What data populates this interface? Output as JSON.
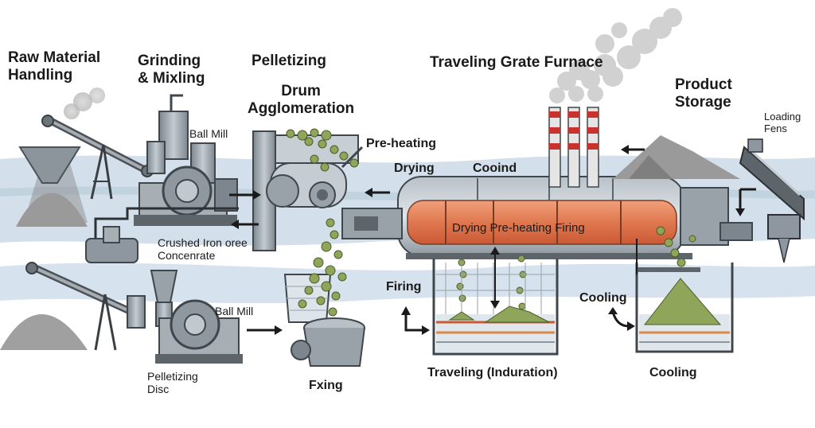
{
  "stages": {
    "raw_material": "Raw Material\nHandling",
    "grinding": "Grinding\n& Mixling",
    "pelletizing": "Pelletizing",
    "drum": "Drum\nAgglomeration",
    "furnace": "Traveling Grate Furnace",
    "storage": "Product\nStorage",
    "loading": "Loading\nFens"
  },
  "labels": {
    "ball_mill_top": "Ball Mill",
    "ball_mill_bottom": "Ball Mill",
    "crushed": "Crushed Iron oree\nConcenrate",
    "pelletizing_disc": "Pelletizing\nDisc",
    "fxing": "Fxing",
    "pre_heating": "Pre-heating",
    "drying": "Drying",
    "cooind": "Cooind",
    "kiln_zones": "Drying Pre-heating  Firing",
    "firing": "Firing",
    "cooling_side": "Cooling",
    "traveling_induration": "Traveling (Induration)",
    "cooling_bottom": "Cooling"
  },
  "colors": {
    "band": "#c9d8e6",
    "band_dark": "#9fb6cb",
    "steel": "#8e979f",
    "kiln_hot": "#e0784f",
    "pellet": "#8fa65a",
    "stack_red": "#c8332d"
  }
}
